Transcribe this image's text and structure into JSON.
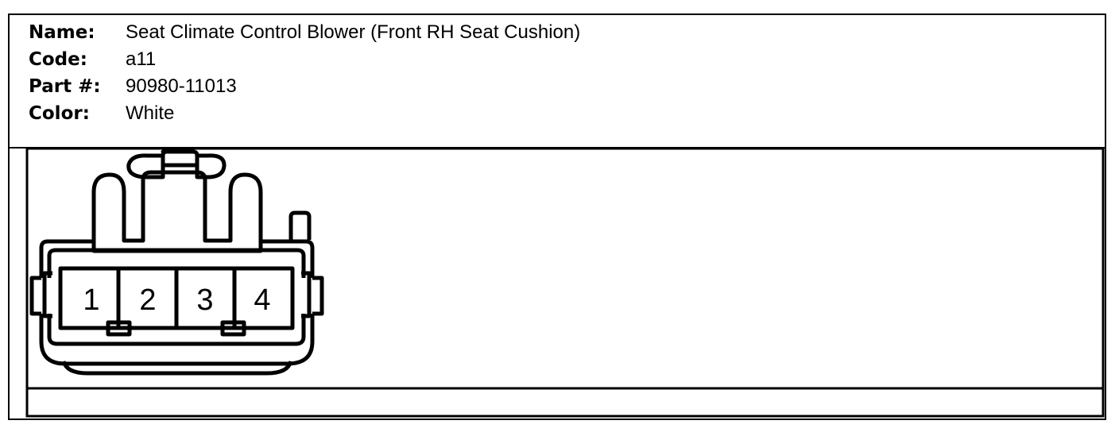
{
  "info": {
    "rows": [
      {
        "label": "Name:",
        "value": "Seat Climate Control Blower (Front RH Seat Cushion)"
      },
      {
        "label": "Code:",
        "value": "a11"
      },
      {
        "label": "Part #:",
        "value": "90980-11013"
      },
      {
        "label": "Color:",
        "value": "White"
      }
    ]
  },
  "connector": {
    "pins": [
      "1",
      "2",
      "3",
      "4"
    ]
  },
  "colors": {
    "line": "#000000",
    "background": "#ffffff"
  }
}
